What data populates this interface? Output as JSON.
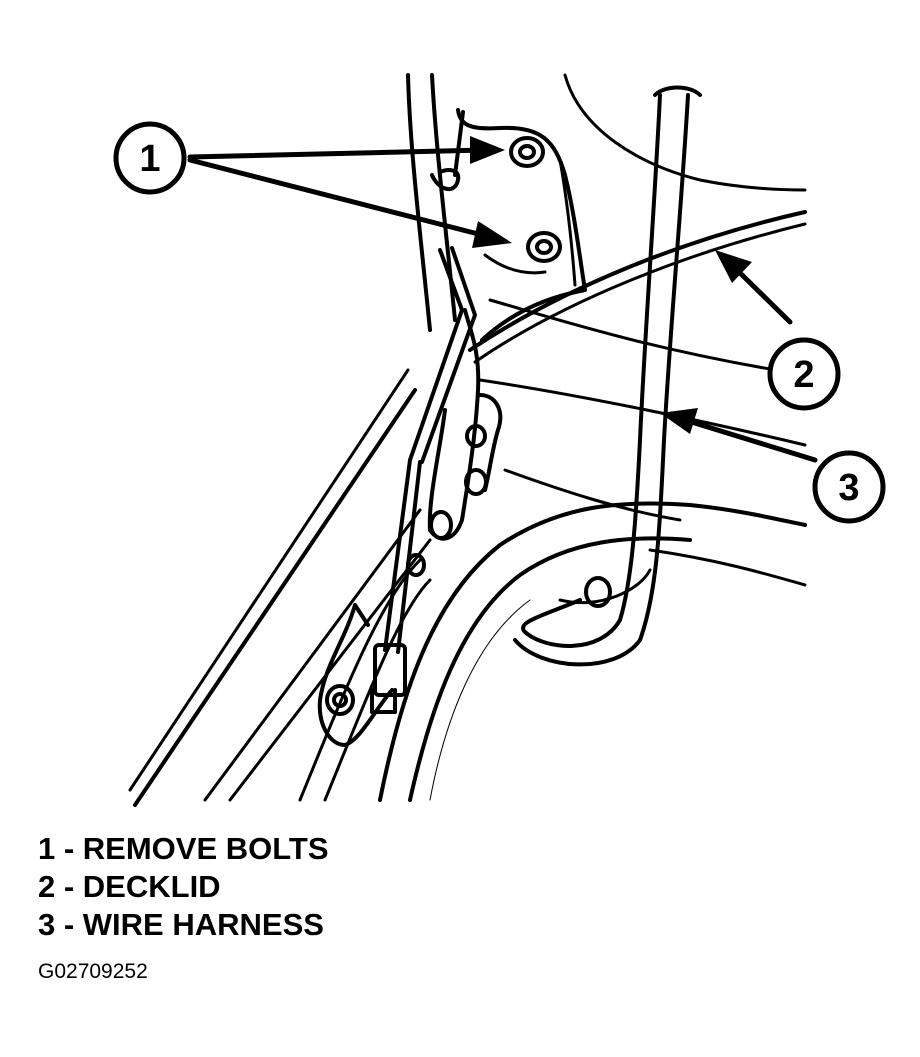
{
  "callouts": [
    {
      "number": "1",
      "label": "REMOVE BOLTS"
    },
    {
      "number": "2",
      "label": "DECKLID"
    },
    {
      "number": "3",
      "label": "WIRE HARNESS"
    }
  ],
  "legend": {
    "items": [
      "1 - REMOVE BOLTS",
      "2 - DECKLID",
      "3 - WIRE HARNESS"
    ]
  },
  "figure_code": "G02709252",
  "colors": {
    "ink": "#000000",
    "paper": "#ffffff"
  }
}
